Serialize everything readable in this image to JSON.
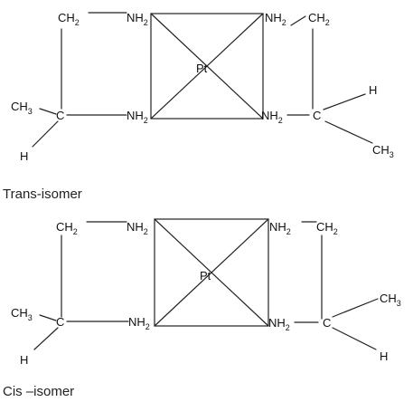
{
  "trans": {
    "caption": "Trans-isomer",
    "left_ch2": "CH",
    "left_ch2_sub": "2",
    "left_nh2_top": "NH",
    "left_nh2_top_sub": "2",
    "left_nh2_bot": "NH",
    "left_nh2_bot_sub": "2",
    "left_ch3": "CH",
    "left_ch3_sub": "3",
    "left_c": "C",
    "left_h": "H",
    "pt": "Pt",
    "right_nh2_top": "NH",
    "right_nh2_top_sub": "2",
    "right_ch2": "CH",
    "right_ch2_sub": "2",
    "right_nh2_bot": "NH",
    "right_nh2_bot_sub": "2",
    "right_c": "C",
    "right_h": "H",
    "right_ch3": "CH",
    "right_ch3_sub": "3"
  },
  "cis": {
    "caption": "Cis –isomer",
    "left_ch2": "CH",
    "left_ch2_sub": "2",
    "left_nh2_top": "NH",
    "left_nh2_top_sub": "2",
    "left_nh2_bot": "NH",
    "left_nh2_bot_sub": "2",
    "left_ch3": "CH",
    "left_ch3_sub": "3",
    "left_c": "C",
    "left_h": "H",
    "pt": "Pt",
    "right_nh2_top": "NH",
    "right_nh2_top_sub": "2",
    "right_ch2": "CH",
    "right_ch2_sub": "2",
    "right_nh2_bot": "NH",
    "right_nh2_bot_sub": "2",
    "right_c": "C",
    "right_ch3": "CH",
    "right_ch3_sub": "3",
    "right_h": "H"
  }
}
